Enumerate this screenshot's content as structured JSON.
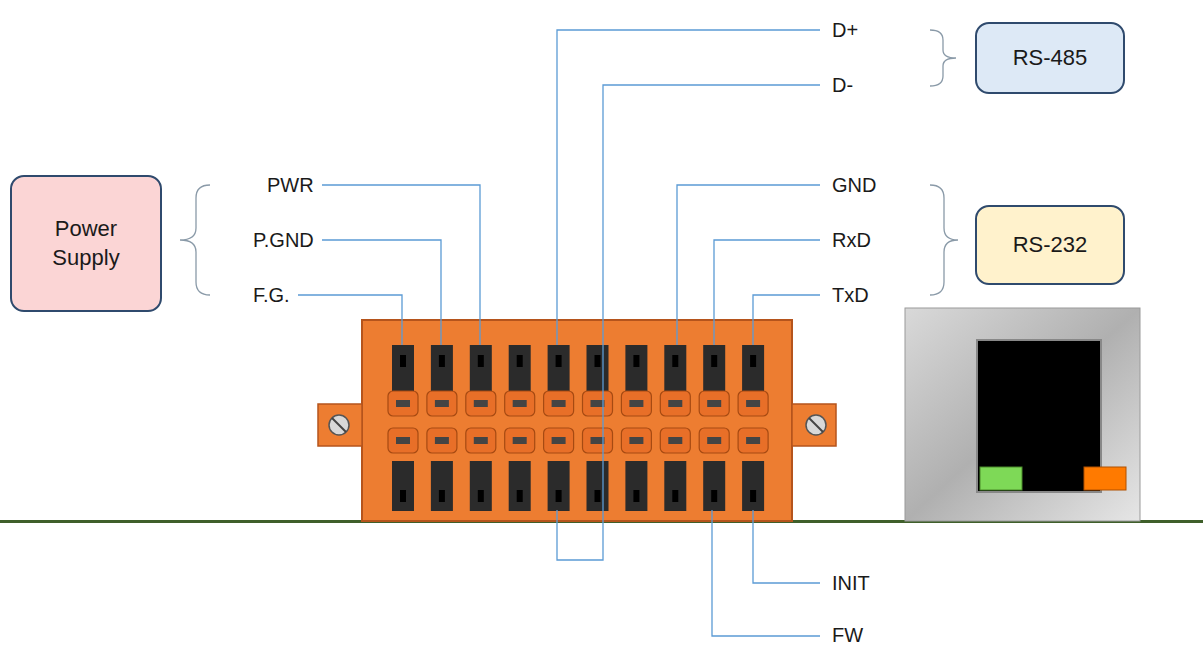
{
  "diagram": {
    "nodes": [
      {
        "text": [
          "RS-485"
        ]
      },
      {
        "text": [
          "Power Supply"
        ]
      },
      {
        "text": [
          "RS-232"
        ]
      }
    ],
    "labels": [
      "D+",
      "D-",
      "PWR",
      "P.GND",
      "F.G.",
      "GND",
      "RxD",
      "TxD",
      "INIT",
      "FW"
    ]
  }
}
